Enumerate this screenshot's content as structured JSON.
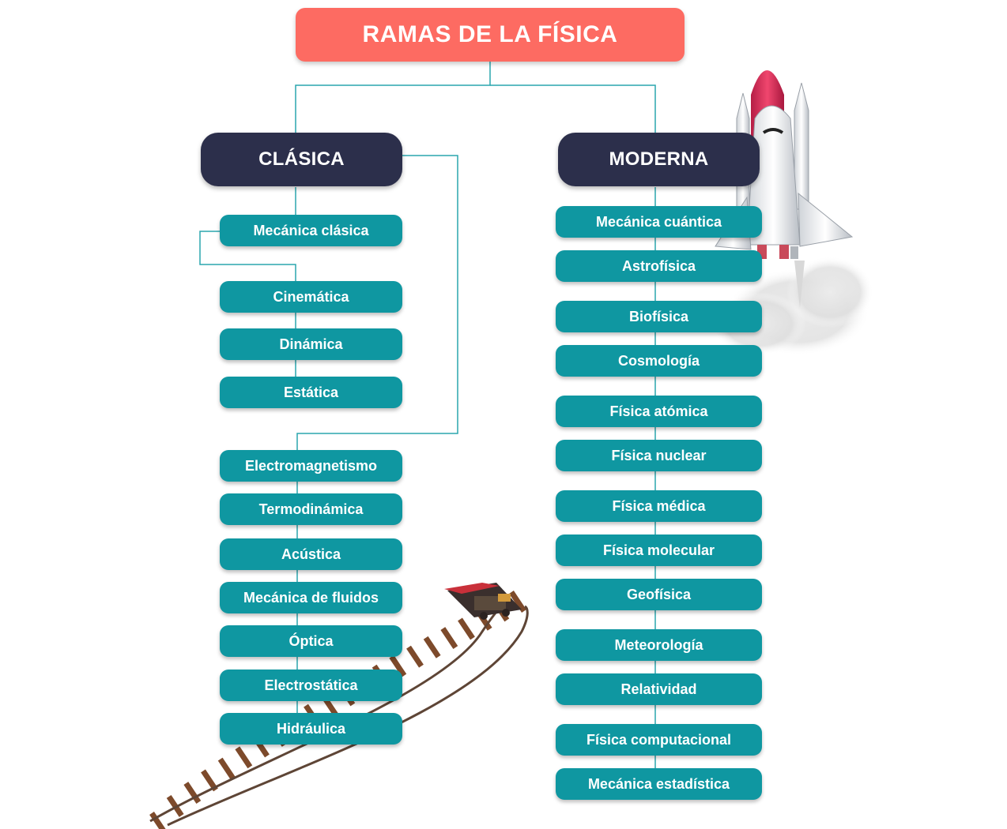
{
  "title": "RAMAS DE LA FÍSICA",
  "classical": {
    "label": "CLÁSICA",
    "items": [
      "Mecánica clásica",
      "Cinemática",
      "Dinámica",
      "Estática",
      "Electromagnetismo",
      "Termodinámica",
      "Acústica",
      "Mecánica de fluidos",
      "Óptica",
      "Electrostática",
      "Hidráulica"
    ]
  },
  "modern": {
    "label": "MODERNA",
    "items": [
      "Mecánica cuántica",
      "Astrofísica",
      "Biofísica",
      "Cosmología",
      "Física atómica",
      "Física nuclear",
      "Física médica",
      "Física molecular",
      "Geofísica",
      "Meteorología",
      "Relatividad",
      "Física computacional",
      "Mecánica estadística"
    ]
  },
  "colors": {
    "title_bg": "#fd6b62",
    "category_bg": "#2c2f4b",
    "item_bg": "#0f97a1",
    "connector": "#2aa6ae",
    "text": "#ffffff"
  },
  "illustrations": [
    "rocket-illustration",
    "train-on-rails-illustration"
  ]
}
